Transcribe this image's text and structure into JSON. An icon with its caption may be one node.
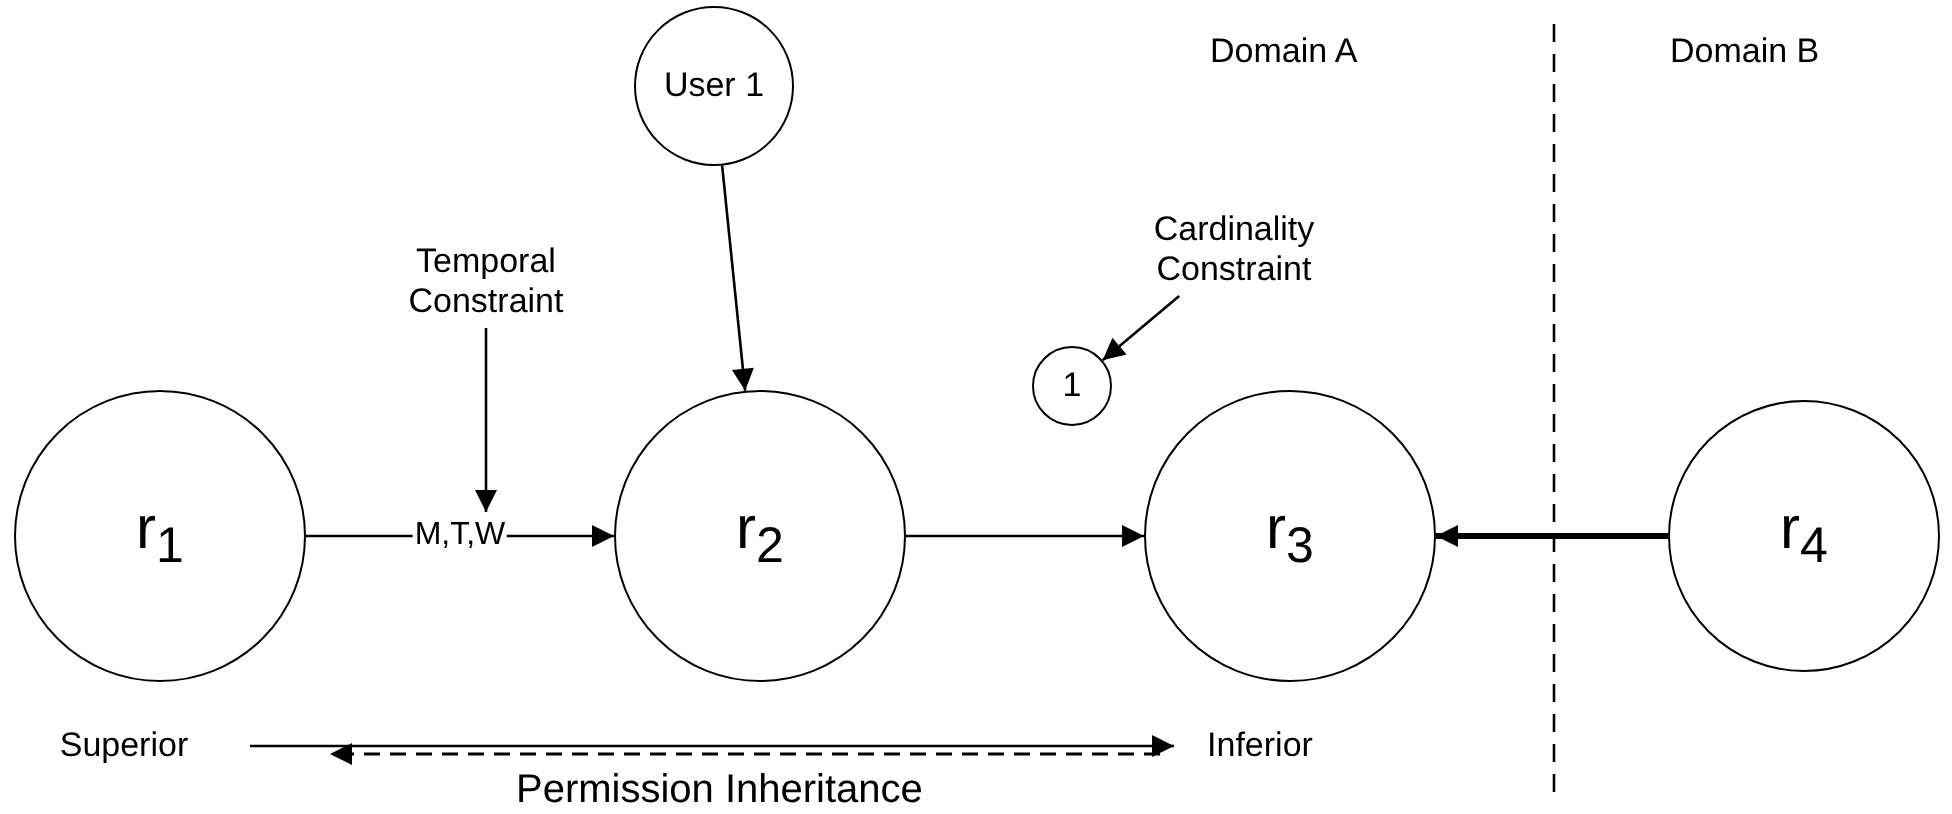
{
  "diagram": {
    "nodes": [
      {
        "text": [
          "User 1"
        ]
      },
      {
        "text": [
          "Cardinality Constraint"
        ]
      },
      {
        "text": [
          "Temporal Constraint"
        ]
      },
      {
        "text": [
          "1"
        ]
      },
      {
        "text": [
          "r$_{1}$"
        ]
      },
      {
        "text": [
          "r$_{2}$"
        ]
      },
      {
        "text": [
          "r$_{3}$"
        ]
      },
      {
        "text": [
          "r$_{4}$"
        ]
      },
      {
        "text": [
          "Superior"
        ]
      },
      {
        "text": [
          "Inferior"
        ]
      }
    ],
    "edges": [
      {
        "from": 0,
        "to": 5,
        "arrow": "to"
      },
      {
        "from": 2,
        "to": null,
        "arrow": "to"
      },
      {
        "from": 1,
        "to": 3,
        "arrow": "to"
      },
      {
        "from": 4,
        "to": 5,
        "arrow": "to",
        "label": "M,T,W"
      },
      {
        "from": 5,
        "to": 6,
        "arrow": "to"
      },
      {
        "from": 7,
        "to": 6,
        "arrow": "to",
        "style": "thick"
      },
      {
        "from": 8,
        "to": 9,
        "arrow": "to"
      }
    ],
    "labels": [
      "Domain A",
      "Domain B",
      "Permission Inheritance"
    ]
  }
}
